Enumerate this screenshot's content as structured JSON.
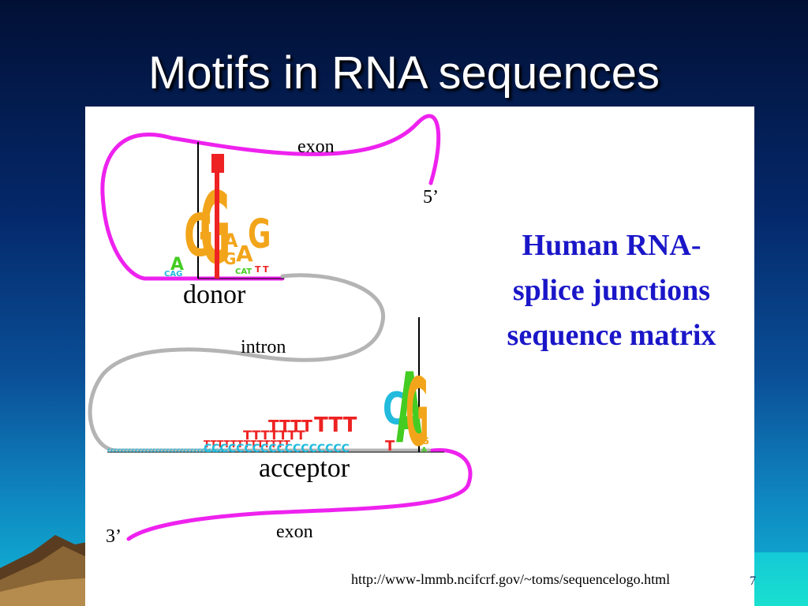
{
  "slide": {
    "title": "Motifs in RNA sequences",
    "page_number": "7"
  },
  "figure": {
    "labels": {
      "exon_top": "exon",
      "five_prime": "5’",
      "donor": "donor",
      "intron": "intron",
      "acceptor": "acceptor",
      "exon_bottom": "exon",
      "three_prime": "3’"
    },
    "caption": "Human RNA-splice junctions sequence matrix",
    "source_url": "http://www-lmmb.ncifcrf.gov/~toms/sequencelogo.html"
  },
  "colors": {
    "exon_line": "#ee22ee",
    "intron_line": "#b4b4b4",
    "caption_text": "#1a16c8",
    "logo_A": "#44cc22",
    "logo_C": "#22bbdd",
    "logo_G": "#f2a51a",
    "logo_T": "#ee2222"
  }
}
